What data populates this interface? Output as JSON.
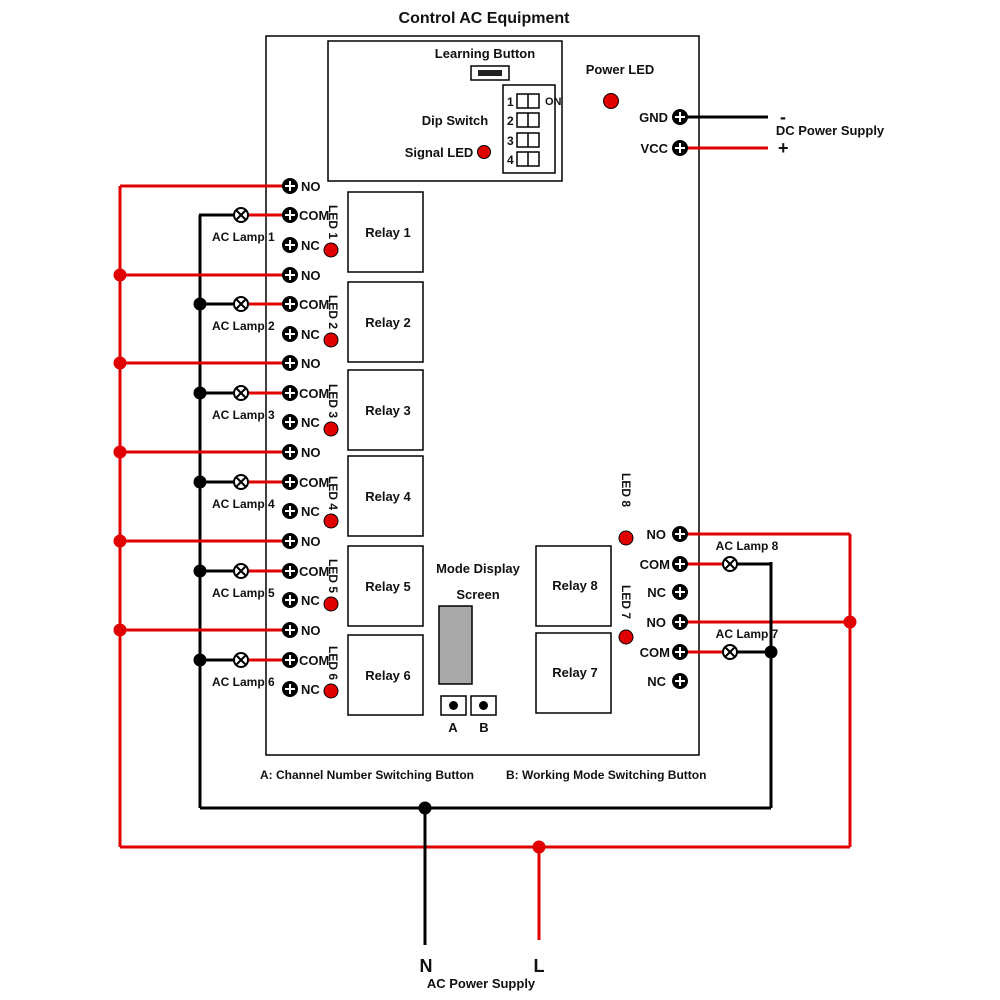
{
  "title": "Control AC Equipment",
  "learning_button": "Learning Button",
  "dip_switch": {
    "label": "Dip Switch",
    "numbers": [
      "1",
      "2",
      "3",
      "4"
    ],
    "on": "ON"
  },
  "signal_led": "Signal LED",
  "power_led": "Power LED",
  "gnd": "GND",
  "vcc": "VCC",
  "dc_supply": {
    "label": "DC Power Supply",
    "minus": "-",
    "plus": "+"
  },
  "terminals": {
    "no": "NO",
    "com": "COM",
    "nc": "NC"
  },
  "relays": [
    "Relay 1",
    "Relay 2",
    "Relay 3",
    "Relay 4",
    "Relay 5",
    "Relay 6",
    "Relay 7",
    "Relay 8"
  ],
  "leds": [
    "LED 1",
    "LED 2",
    "LED 3",
    "LED 4",
    "LED 5",
    "LED 6",
    "LED 7",
    "LED 8"
  ],
  "lamps": [
    "AC Lamp 1",
    "AC Lamp 2",
    "AC Lamp 3",
    "AC Lamp 4",
    "AC Lamp 5",
    "AC Lamp 6",
    "AC Lamp 7",
    "AC Lamp 8"
  ],
  "mode_display": {
    "line1": "Mode Display",
    "line2": "Screen"
  },
  "buttons": {
    "a": "A",
    "b": "B"
  },
  "captions": {
    "a": "A: Channel Number Switching Button",
    "b": "B: Working Mode Switching Button"
  },
  "ac_supply": {
    "n": "N",
    "l": "L",
    "label": "AC Power Supply"
  }
}
